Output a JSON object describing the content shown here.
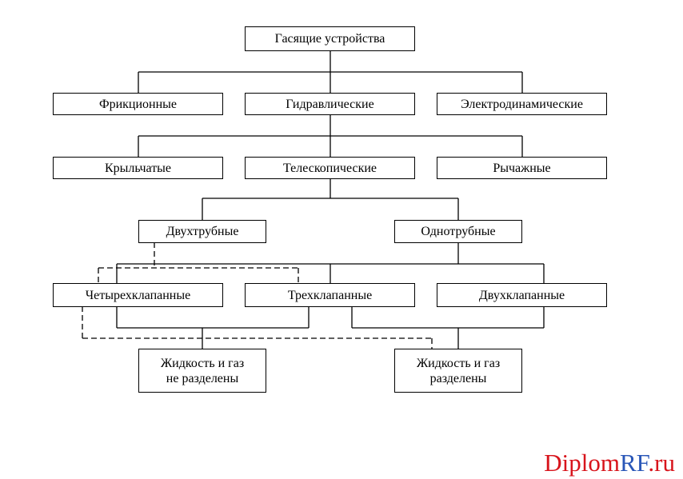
{
  "diagram": {
    "root": "Гасящие устройства",
    "level1": [
      "Фрикционные",
      "Гидравлические",
      "Электродинамические"
    ],
    "level2": [
      "Крыльчатые",
      "Телескопические",
      "Рычажные"
    ],
    "level3": [
      "Двухтрубные",
      "Однотрубные"
    ],
    "level4": [
      "Четырехклапанные",
      "Трехклапанные",
      "Двухклапанные"
    ],
    "level5": [
      {
        "line1": "Жидкость и газ",
        "line2": "не разделены"
      },
      {
        "line1": "Жидкость и газ",
        "line2": "разделены"
      }
    ]
  },
  "colors": {
    "line": "#000000",
    "box_border": "#000000",
    "watermark_red": "#d8141c",
    "watermark_blue": "#2a57b8"
  },
  "watermark": {
    "part1": "Diplom",
    "part2": "RF",
    "part3": ".ru"
  }
}
